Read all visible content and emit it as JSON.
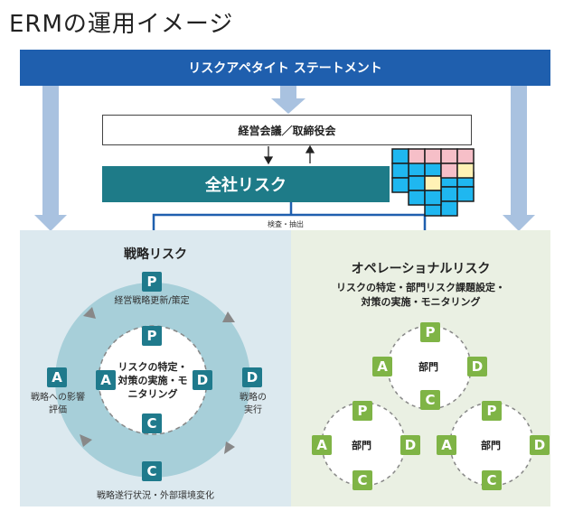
{
  "title": "ERMの運用イメージ",
  "banner": "リスクアペタイト ステートメント",
  "management": "経営会議／取締役会",
  "all_risk": "全社リスク",
  "detect_label": "検査・抽出",
  "strategic": {
    "title": "戦略リスク",
    "center": "リスクの特定・対策の実施・モニタリング",
    "p_label": "経営戦略更新/策定",
    "d_label": "戦略の実行",
    "c_label": "戦略遂行状況・外部環境変化",
    "a_label": "戦略への影響評価"
  },
  "operational": {
    "title": "オペレーショナルリスク",
    "subtitle_line1": "リスクの特定・部門リスク課題設定・",
    "subtitle_line2": "対策の実施・モニタリング",
    "dept": "部門"
  },
  "letters": {
    "p": "P",
    "d": "D",
    "c": "C",
    "a": "A"
  },
  "colors": {
    "banner": "#1f5fae",
    "all_risk": "#1e7b88",
    "arrow": "#a9c2e0",
    "teal_badge": "#1f7a8c",
    "green_badge": "#7fb446",
    "left_panel": "#dce9ef",
    "right_panel": "#eaf0e3",
    "ring": "#a7cfd9",
    "grid_pink": "#f6bfc8",
    "grid_yellow": "#fff2b5",
    "grid_blue": "#1fb7f0"
  }
}
